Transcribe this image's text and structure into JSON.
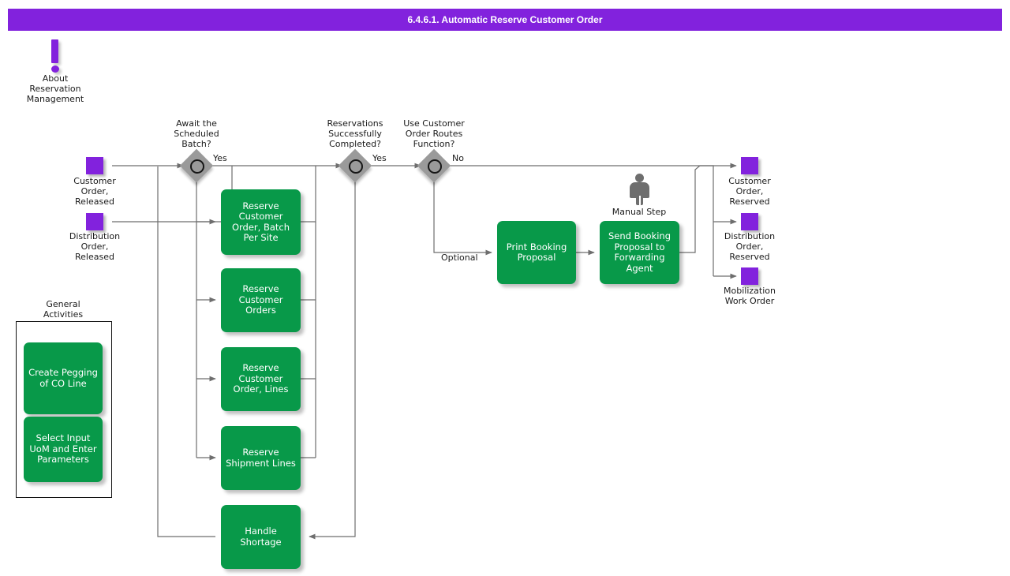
{
  "title": "6.4.6.1. Automatic Reserve Customer Order",
  "colors": {
    "header": "#8222DD",
    "node_purple": "#8222DD",
    "activity_green": "#089949",
    "gateway_gray": "#9A9A9A",
    "connector": "#6E6E6E",
    "text": "#1A1A1A"
  },
  "info": {
    "icon": "exclamation-icon",
    "label": "About\nReservation\nManagement"
  },
  "inputs": [
    {
      "id": "customer-order-released",
      "label": "Customer\nOrder,\nReleased"
    },
    {
      "id": "distribution-order-released",
      "label": "Distribution\nOrder,\nReleased"
    }
  ],
  "gateways": [
    {
      "id": "await-scheduled-batch",
      "label": "Await the\nScheduled\nBatch?",
      "out_label": "Yes"
    },
    {
      "id": "reservations-successfully-completed",
      "label": "Reservations\nSuccessfully\nCompleted?",
      "out_label": "Yes"
    },
    {
      "id": "use-customer-order-routes-function",
      "label": "Use Customer\nOrder Routes\nFunction?",
      "out_label": "No"
    }
  ],
  "edge_labels": [
    {
      "id": "optional",
      "label": "Optional"
    }
  ],
  "activities": [
    {
      "id": "reserve-customer-order-batch-per-site",
      "label": "Reserve\nCustomer\nOrder, Batch\nPer Site"
    },
    {
      "id": "reserve-customer-orders",
      "label": "Reserve\nCustomer\nOrders"
    },
    {
      "id": "reserve-customer-order-lines",
      "label": "Reserve\nCustomer\nOrder, Lines"
    },
    {
      "id": "reserve-shipment-lines",
      "label": "Reserve\nShipment Lines"
    },
    {
      "id": "handle-shortage",
      "label": "Handle Shortage"
    },
    {
      "id": "print-booking-proposal",
      "label": "Print Booking\nProposal"
    },
    {
      "id": "send-booking-proposal-to-forwarding-agent",
      "label": "Send Booking\nProposal to\nForwarding\nAgent"
    }
  ],
  "manual_step": {
    "id": "manual-step",
    "label": "Manual Step"
  },
  "general_activities": {
    "title": "General\nActivities",
    "items": [
      {
        "id": "create-pegging-of-co-line",
        "label": "Create Pegging\nof CO Line"
      },
      {
        "id": "select-input-uom-and-enter-parameters",
        "label": "Select Input\nUoM and Enter\nParameters"
      }
    ]
  },
  "outputs": [
    {
      "id": "customer-order-reserved",
      "label": "Customer\nOrder,\nReserved"
    },
    {
      "id": "distribution-order-reserved",
      "label": "Distribution\nOrder,\nReserved"
    },
    {
      "id": "mobilization-work-order",
      "label": "Mobilization\nWork Order"
    }
  ]
}
